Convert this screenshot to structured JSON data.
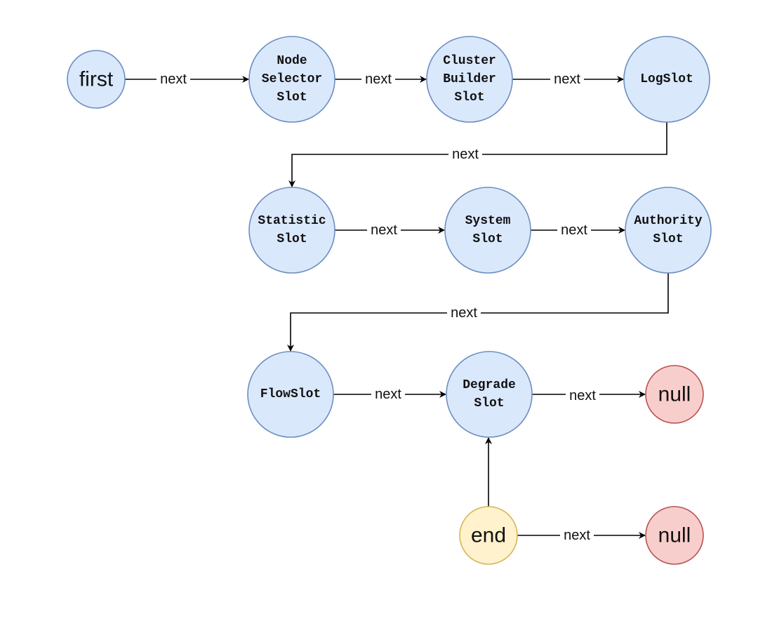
{
  "diagram": {
    "nodes": [
      {
        "id": "first",
        "lines": [
          "first"
        ],
        "style": "sans",
        "kind": "start"
      },
      {
        "id": "node-selector-slot",
        "lines": [
          "Node",
          "Selector",
          "Slot"
        ],
        "style": "mono",
        "kind": "slot"
      },
      {
        "id": "cluster-builder-slot",
        "lines": [
          "Cluster",
          "Builder",
          "Slot"
        ],
        "style": "mono",
        "kind": "slot"
      },
      {
        "id": "log-slot",
        "lines": [
          "LogSlot"
        ],
        "style": "mono",
        "kind": "slot"
      },
      {
        "id": "statistic-slot",
        "lines": [
          "Statistic",
          "Slot"
        ],
        "style": "mono",
        "kind": "slot"
      },
      {
        "id": "system-slot",
        "lines": [
          "System",
          "Slot"
        ],
        "style": "mono",
        "kind": "slot"
      },
      {
        "id": "authority-slot",
        "lines": [
          "Authority",
          "Slot"
        ],
        "style": "mono",
        "kind": "slot"
      },
      {
        "id": "flow-slot",
        "lines": [
          "FlowSlot"
        ],
        "style": "mono",
        "kind": "slot"
      },
      {
        "id": "degrade-slot",
        "lines": [
          "Degrade",
          "Slot"
        ],
        "style": "mono",
        "kind": "slot"
      },
      {
        "id": "null-1",
        "lines": [
          "null"
        ],
        "style": "sans",
        "kind": "null"
      },
      {
        "id": "end",
        "lines": [
          "end"
        ],
        "style": "sans",
        "kind": "end"
      },
      {
        "id": "null-2",
        "lines": [
          "null"
        ],
        "style": "sans",
        "kind": "null"
      }
    ],
    "edges": [
      {
        "from": "first",
        "to": "node-selector-slot",
        "label": "next"
      },
      {
        "from": "node-selector-slot",
        "to": "cluster-builder-slot",
        "label": "next"
      },
      {
        "from": "cluster-builder-slot",
        "to": "log-slot",
        "label": "next"
      },
      {
        "from": "log-slot",
        "to": "statistic-slot",
        "label": "next"
      },
      {
        "from": "statistic-slot",
        "to": "system-slot",
        "label": "next"
      },
      {
        "from": "system-slot",
        "to": "authority-slot",
        "label": "next"
      },
      {
        "from": "authority-slot",
        "to": "flow-slot",
        "label": "next"
      },
      {
        "from": "flow-slot",
        "to": "degrade-slot",
        "label": "next"
      },
      {
        "from": "degrade-slot",
        "to": "null-1",
        "label": "next"
      },
      {
        "from": "end",
        "to": "degrade-slot",
        "label": ""
      },
      {
        "from": "end",
        "to": "null-2",
        "label": "next"
      }
    ],
    "colors": {
      "slot_fill": "#dae8fc",
      "slot_stroke": "#6c8ebf",
      "null_fill": "#f8cecc",
      "null_stroke": "#b85450",
      "end_fill": "#fff2cc",
      "end_stroke": "#d6b656",
      "edge": "#000000"
    }
  }
}
